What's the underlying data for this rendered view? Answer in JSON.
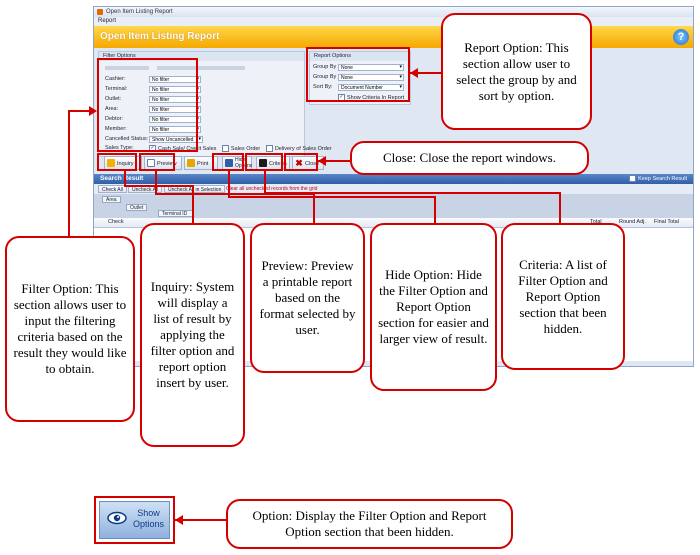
{
  "window": {
    "title": "Open Item Listing Report",
    "menu": "Report",
    "header_title": "Open Item Listing Report",
    "help_label": "?"
  },
  "filter": {
    "title": "Filter Options",
    "rows": [
      {
        "label": "Cashier:",
        "value": "No filter"
      },
      {
        "label": "Terminal:",
        "value": "No filter"
      },
      {
        "label": "Outlet:",
        "value": "No filter"
      },
      {
        "label": "Area:",
        "value": "No filter"
      },
      {
        "label": "Debtor:",
        "value": "No filter"
      },
      {
        "label": "Member:",
        "value": "No filter"
      },
      {
        "label": "Cancelled Status:",
        "value": "Show Uncancelled"
      }
    ],
    "sales_type_label": "Sales Type:",
    "sales_type_options": [
      "Cash Sale/ Credit Sales",
      "Sales Order",
      "Delivery of Sales Order"
    ]
  },
  "report": {
    "title": "Report Options",
    "group1_label": "Group By 1:",
    "group1_value": "None",
    "group2_label": "Group By 2:",
    "group2_value": "None",
    "sort_label": "Sort By:",
    "sort_value": "Document Number",
    "show_criteria": "Show Criteria In Report"
  },
  "toolbar": {
    "inquiry": "Inquiry",
    "preview": "Preview",
    "print": "Print",
    "hide": "Hide Options",
    "criteria": "Criteria",
    "close": "Close"
  },
  "result": {
    "title": "Search Result",
    "keep": "Keep Search Result",
    "check_all": "Check All",
    "uncheck_all": "Uncheck All",
    "uncheck_selection": "Uncheck All in Selection",
    "clear_note": "Clear all unchecked records from the grid",
    "group_tags": [
      "Area",
      "Outlet",
      "Terminal ID"
    ],
    "columns": [
      "Check",
      "Total",
      "Round Adj.",
      "Final Total"
    ]
  },
  "callouts": {
    "report_option": "Report Option: This section allow user to select the group by and sort by option.",
    "close": "Close: Close the report windows.",
    "filter_option": "Filter Option: This section allows user to input the filtering criteria based on the result they would like to obtain.",
    "inquiry": "Inquiry: System will display a list of result by applying the filter option and report option insert by user.",
    "preview": "Preview: Preview a printable report based on the format selected by user.",
    "hide_option": "Hide Option: Hide the Filter Option and Report Option section for easier and larger view of result.",
    "criteria": "Criteria: A list of Filter Option and Report Option section that been hidden.",
    "show_option": "Option: Display the Filter Option and Report Option section that been hidden."
  },
  "show_options_button": {
    "line1": "Show",
    "line2": "Options"
  },
  "colors": {
    "highlight": "#d40000",
    "header": "#f5a800",
    "result_bar": "#2f5fa8"
  }
}
